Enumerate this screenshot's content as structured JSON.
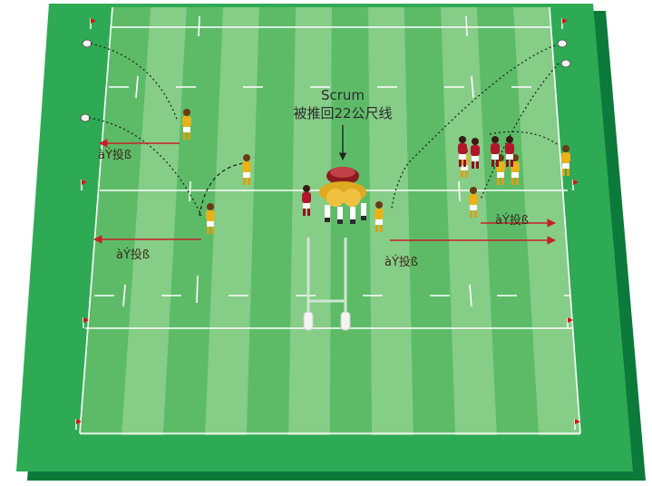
{
  "scrum_label": "Scrum",
  "scrum_note": "被推回22公尺线",
  "kick_labels": [
    "àÝ投ß",
    "àÝ投ß",
    "àÝ投ß",
    "àÝ投ß"
  ],
  "colors": {
    "field_shadow": "#0b7a3a",
    "field_base": "#2eaa55",
    "stripe_dark": "#5dbb68",
    "stripe_light": "#86cd87",
    "lines": "#ffffff",
    "arrow": "#c81e2a",
    "team_attack": "#e8b21d",
    "team_defence": "#b2162b"
  },
  "icons": [
    "scrum-icon",
    "goalpost-icon",
    "corner-flag-icon",
    "ball-icon",
    "player-icon"
  ]
}
